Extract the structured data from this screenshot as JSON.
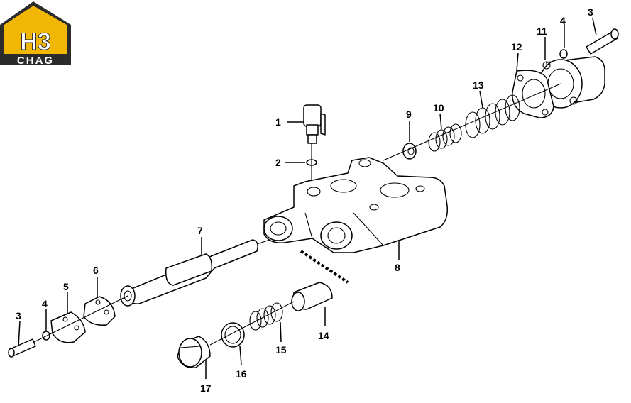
{
  "logo": {
    "mark_text": "H3",
    "sub_text": "CHAG",
    "color_gold": "#f2b705",
    "color_dark": "#2b2b2b"
  },
  "callouts": [
    "1",
    "2",
    "3",
    "4",
    "5",
    "6",
    "7",
    "8",
    "9",
    "10",
    "11",
    "12",
    "13",
    "14",
    "15",
    "16",
    "17"
  ],
  "callout_dup": {
    "3": "3",
    "4": "4"
  }
}
